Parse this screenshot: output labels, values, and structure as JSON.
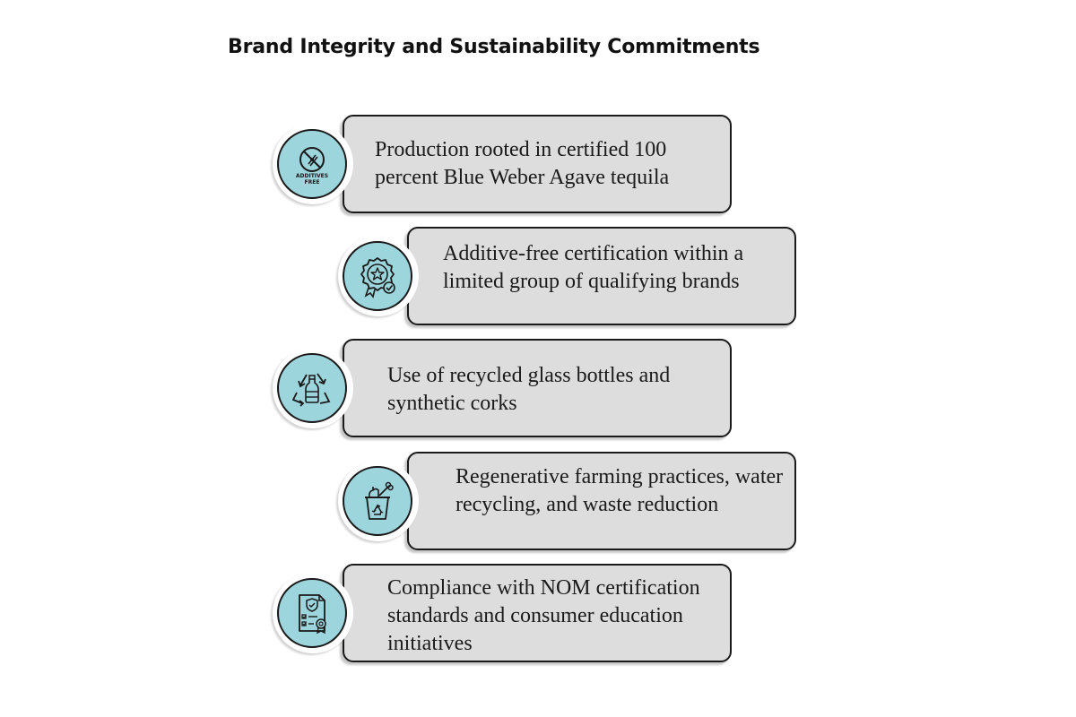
{
  "title": "Brand Integrity and Sustainability Commitments",
  "colors": {
    "circle_fill": "#9dd5dd",
    "card_fill": "#dddddd",
    "outline": "#1a1a1a"
  },
  "items": [
    {
      "text": "Production rooted in certified 100 percent Blue Weber Agave tequila",
      "icon": "additives-free-icon",
      "icon_label_1": "ADDITIVES",
      "icon_label_2": "FREE"
    },
    {
      "text": "Additive-free certification within a limited group of qualifying brands",
      "icon": "certified-badge-icon"
    },
    {
      "text": "Use of recycled glass bottles and synthetic corks",
      "icon": "recycled-bottle-icon"
    },
    {
      "text": "Regenerative farming practices, water recycling, and waste reduction",
      "icon": "compost-bin-icon"
    },
    {
      "text": "Compliance with NOM certification standards and consumer education initiatives",
      "icon": "certificate-document-icon"
    }
  ]
}
